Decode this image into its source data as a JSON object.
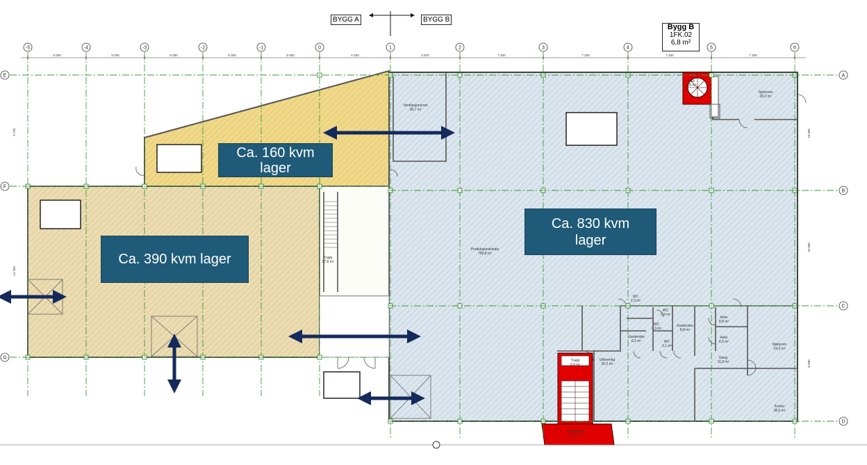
{
  "header": {
    "left_building": "BYGG A",
    "right_building": "BYGG B"
  },
  "info_box": {
    "title": "Bygg B",
    "code": "1FK.02",
    "area": "6,8 m²"
  },
  "area_labels": {
    "left": "Ca. 390 kvm lager",
    "top": "Ca. 160 kvm\nlager",
    "right": "Ca. 830 kvm\nlager"
  },
  "grid": {
    "columns": [
      "-5",
      "-4",
      "-3",
      "-2",
      "-1",
      "0",
      "1",
      "2",
      "3",
      "4",
      "5",
      "6"
    ],
    "rows_left": [
      "E",
      "F",
      "G"
    ],
    "rows_right": [
      "A",
      "B",
      "C",
      "D"
    ],
    "spans": [
      "5 000",
      "5 000",
      "5 000",
      "5 000",
      "5 000",
      "6 200",
      "5 870",
      "7 200",
      "7 200",
      "7 200",
      "7 200"
    ],
    "row_dims_left": [
      "9 735",
      "14 760"
    ],
    "row_dims_right": [
      "10 000",
      "10 000",
      "8 000"
    ]
  },
  "rooms": [
    {
      "name": "Ventilasjonsrom",
      "area": "28,7 m²"
    },
    {
      "name": "Produksjonslokale",
      "area": "789,8 m²"
    },
    {
      "name": "Spiserom",
      "area": "28,2 m²"
    },
    {
      "name": "Trapp",
      "area": "27,8 m²"
    },
    {
      "name": "Heis",
      "area": "6,8 m²"
    },
    {
      "name": "Trapp",
      "area": "9,0 m²"
    },
    {
      "name": "Hovedtrapp",
      "area": "17,2 m²"
    },
    {
      "name": "Utlevering",
      "area": "26,2 m²"
    },
    {
      "name": "WC",
      "area": "2,3 m²"
    },
    {
      "name": "WC",
      "area": "2,5 m²"
    },
    {
      "name": "WC",
      "area": "2,3 m²"
    },
    {
      "name": "WC",
      "area": "3,1 m²"
    },
    {
      "name": "Garderobe",
      "area": "8,2 m²"
    },
    {
      "name": "Garderobe",
      "area": "8,8 m²"
    },
    {
      "name": "Arkiv",
      "area": "8,8 m²"
    },
    {
      "name": "Arkiv",
      "area": "6,5 m²"
    },
    {
      "name": "Gang",
      "area": "11,8 m²"
    },
    {
      "name": "Møterom",
      "area": "24,3 m²"
    },
    {
      "name": "Kontor",
      "area": "38,6 m²"
    }
  ],
  "colors": {
    "right_fill": "#dce6ee",
    "left_fill": "#ecdcb2",
    "top_fill": "#f0d98a",
    "grid_line": "#3a9a3a",
    "arrow": "#142a5c",
    "label_bg": "#1f5a78",
    "core_red": "#e00000"
  }
}
